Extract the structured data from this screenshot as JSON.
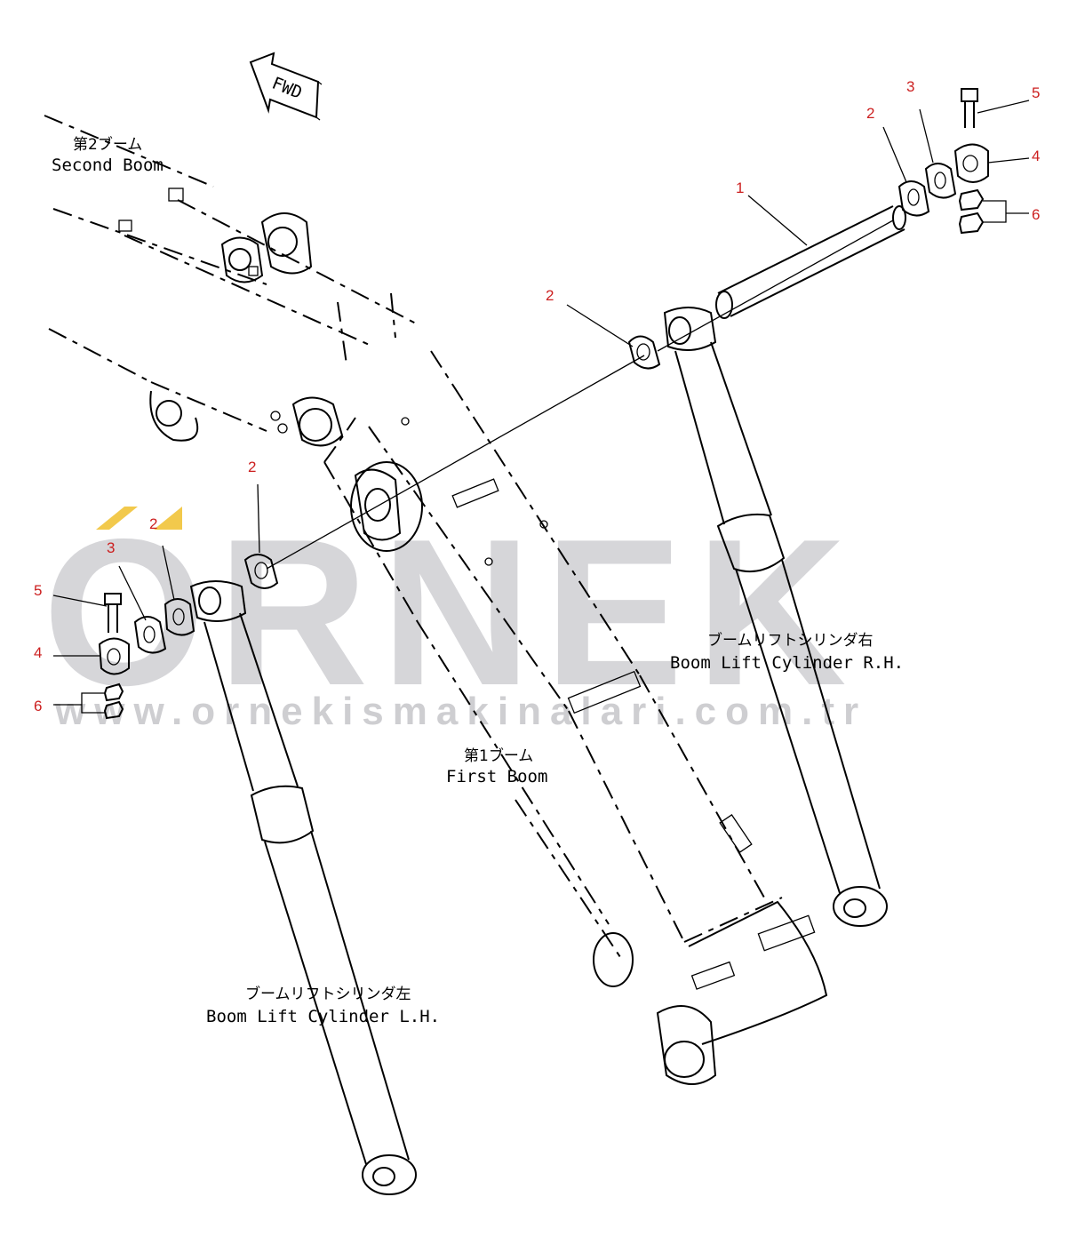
{
  "watermark": {
    "brand": "ORNEK",
    "url": "www.ornekismakinalari.com.tr",
    "logo_color": "#f2c94c",
    "text_color": "#cfcfd3"
  },
  "direction_marker": {
    "text": "FWD"
  },
  "labels": {
    "second_boom_jp": "第2ブーム",
    "second_boom_en": "Second Boom",
    "first_boom_jp": "第1ブーム",
    "first_boom_en": "First Boom",
    "lift_cyl_rh_jp": "ブームリフトシリンダ右",
    "lift_cyl_rh_en": "Boom Lift Cylinder R.H.",
    "lift_cyl_lh_jp": "ブームリフトシリンダ左",
    "lift_cyl_lh_en": "Boom Lift Cylinder L.H."
  },
  "callouts": {
    "color": "#cc1f1f",
    "right_pin": "1",
    "right_washer_outer": "2",
    "right_washer_mid": "2",
    "right_plate": "3",
    "right_holder": "4",
    "right_bolt": "5",
    "right_nut": "6",
    "center_washer": "2",
    "left_washer": "2",
    "left_plate": "3",
    "left_holder": "4",
    "left_bolt": "5",
    "left_nut": "6"
  }
}
